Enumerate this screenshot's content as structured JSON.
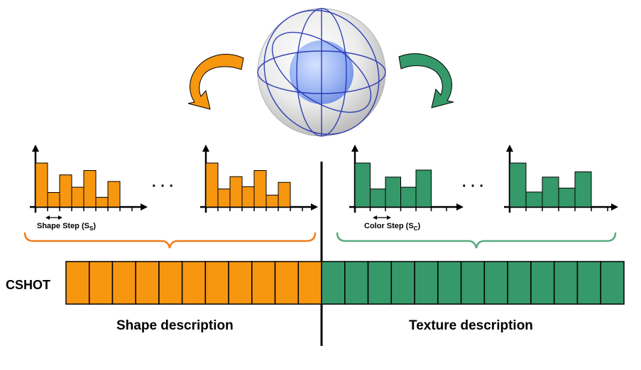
{
  "colors": {
    "shape": "#F7960F",
    "texture": "#35996A",
    "shape_brace": "#F07B1B",
    "texture_brace": "#5BAA82",
    "outline": "#000000",
    "sphere_outer": "#d9d9d9",
    "sphere_inner": "#8aa8f0",
    "sphere_lines": "#1f2fb0"
  },
  "sphere": {
    "icon": "spherical-grid-icon"
  },
  "histograms": {
    "shape_left": [
      1,
      0.33,
      0.73,
      0.45,
      0.83,
      0.22,
      0.58
    ],
    "shape_right": [
      1,
      0.41,
      0.69,
      0.46,
      0.83,
      0.27,
      0.56
    ],
    "texture_left": [
      1,
      0.41,
      0.68,
      0.45,
      0.84
    ],
    "texture_right": [
      1,
      0.34,
      0.68,
      0.43,
      0.8
    ]
  },
  "labels": {
    "ellipsis": "· · ·",
    "shape_step": "Shape Step (S",
    "shape_step_sub": "S",
    "color_step": "Color Step (S",
    "color_step_sub": "C",
    "close_paren": ")",
    "cshot": "CSHOT",
    "shape_description": "Shape description",
    "texture_description": "Texture description"
  },
  "descriptor": {
    "shape_cells": 11,
    "texture_cells": 13
  }
}
